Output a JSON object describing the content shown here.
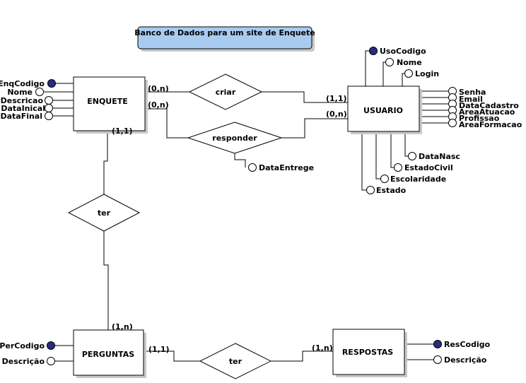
{
  "title": "Banco de Dados para um site de Enquete",
  "colors": {
    "title_bg": "#a9cbf0",
    "key_fill": "#2b2b84"
  },
  "entities": {
    "enquete": "ENQUETE",
    "usuario": "USUARIO",
    "perguntas": "PERGUNTAS",
    "respostas": "RESPOSTAS"
  },
  "relationships": {
    "criar": "criar",
    "responder": "responder",
    "ter_enquete": "ter",
    "ter_respostas": "ter"
  },
  "cardinalities": {
    "enquete_criar": "(0,n)",
    "usuario_criar": "(1,1)",
    "enquete_responder": "(0,n)",
    "usuario_responder": "(0,n)",
    "enquete_ter": "(1,1)",
    "perguntas_ter": "(1,n)",
    "perguntas_ter2": "(1,1)",
    "respostas_ter": "(1,n)"
  },
  "attributes": {
    "enquete": [
      "EnqCodigo",
      "Nome",
      "Descricao",
      "DataInical",
      "DataFinal"
    ],
    "usuario_top": [
      "UsoCodigo",
      "Nome",
      "Login"
    ],
    "usuario_right": [
      "Senha",
      "Email",
      "DataCadastro",
      "AreaAtuacao",
      "Profissao",
      "AreaFormacao"
    ],
    "usuario_bottom": [
      "DataNasc",
      "EstadoCivil",
      "Escolaridade",
      "Estado"
    ],
    "responder": [
      "DataEntrege"
    ],
    "perguntas": [
      "PerCodigo",
      "Descrição"
    ],
    "respostas": [
      "ResCodigo",
      "Descrição"
    ]
  }
}
